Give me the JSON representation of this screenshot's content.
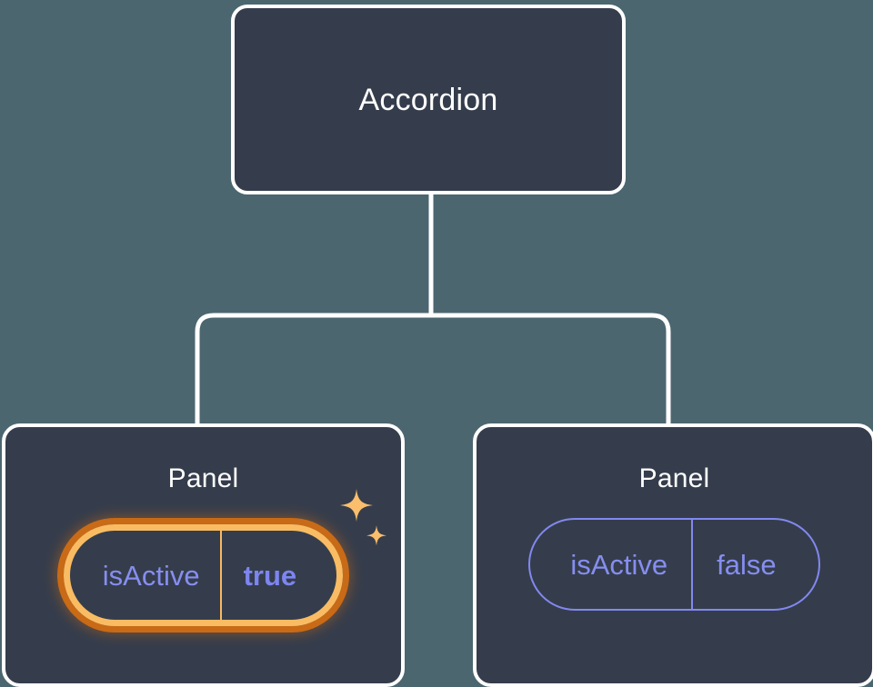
{
  "canvas": {
    "background_color": "#4c6670",
    "node_fill_color": "#353d4c",
    "node_border_color": "#ffffff",
    "connector_color": "#ffffff",
    "prop_text_color": "#868ef0",
    "highlight_outer_color": "#c96a16",
    "highlight_inner_color": "#f9bc63",
    "sparkle_color": "#fbbe6c"
  },
  "tree": {
    "root": {
      "label": "Accordion"
    },
    "children": [
      {
        "label": "Panel",
        "highlighted": true,
        "prop": {
          "key": "isActive",
          "value": "true"
        },
        "sparkle_icons": [
          "sparkle-large-icon",
          "sparkle-small-icon"
        ]
      },
      {
        "label": "Panel",
        "highlighted": false,
        "prop": {
          "key": "isActive",
          "value": "false"
        }
      }
    ]
  }
}
